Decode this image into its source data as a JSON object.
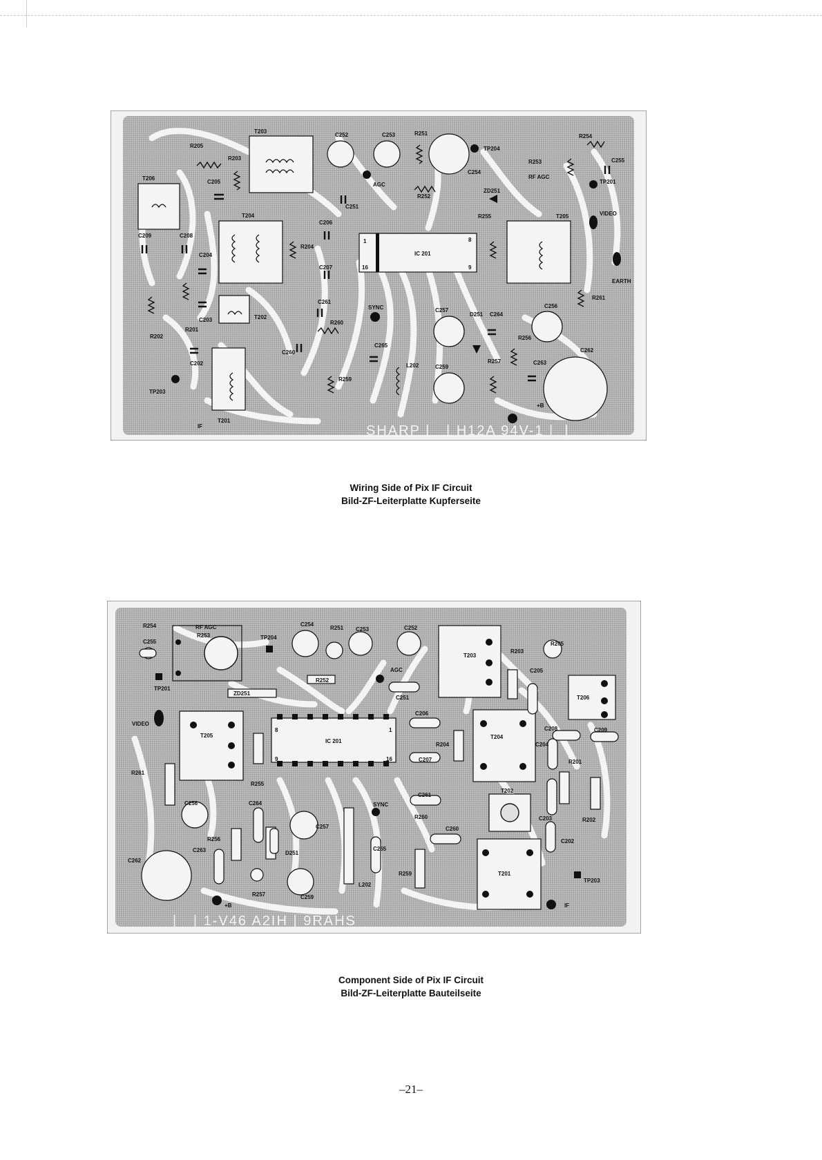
{
  "top_board": {
    "components": {
      "T203": "T203",
      "R205": "R205",
      "R203": "R203",
      "C205": "C205",
      "T206": "T206",
      "C252": "C252",
      "C253": "C253",
      "R251": "R251",
      "TP204": "TP204",
      "C254": "C254",
      "R254": "R254",
      "R253": "R253",
      "C255": "C255",
      "RF_AGC": "RF AGC",
      "TP201": "TP201",
      "AGC": "AGC",
      "R252": "R252",
      "C251": "C251",
      "ZD251": "ZD251",
      "C206": "C206",
      "T204": "T204",
      "R204": "R204",
      "C207": "C207",
      "IC201": "IC 201",
      "PIN1": "1",
      "PIN16": "16",
      "PIN8": "8",
      "PIN9": "9",
      "R255": "R255",
      "T205": "T205",
      "VIDEO": "VIDEO",
      "EARTH": "EARTH",
      "C209": "C209",
      "C208": "C208",
      "C204": "C204",
      "C203": "C203",
      "T202": "T202",
      "R202": "R202",
      "R201": "R201",
      "C202": "C202",
      "TP203": "TP203",
      "T201": "T201",
      "IF": "IF",
      "C261": "C261",
      "SYNC": "SYNC",
      "R260": "R260",
      "C260": "C260",
      "C265": "C265",
      "L202": "L202",
      "R259": "R259",
      "C257": "C257",
      "D251": "D251",
      "C264": "C264",
      "C256": "C256",
      "R261": "R261",
      "R256": "R256",
      "R257": "R257",
      "C263": "C263",
      "C262": "C262",
      "C259": "C259",
      "PLUS_B": "+B"
    },
    "silkscreen": "SHARP |   | H12A 94V-1 |  |"
  },
  "bottom_board": {
    "components": {
      "R254": "R254",
      "RF_AGC": "RF AGC",
      "R253": "R253",
      "C255": "C255",
      "TP201": "TP201",
      "TP204": "TP204",
      "C254": "C254",
      "R251": "R251",
      "C253": "C253",
      "C252": "C252",
      "AGC": "AGC",
      "R252": "R252",
      "ZD251": "ZD251",
      "C251": "C251",
      "T203": "T203",
      "R203": "R203",
      "R205": "R205",
      "C205": "C205",
      "T206": "T206",
      "VIDEO": "VIDEO",
      "T205": "T205",
      "IC201": "IC 201",
      "PIN8": "8",
      "PIN9": "9",
      "PIN1": "1",
      "PIN16": "16",
      "C206": "C206",
      "R204": "R204",
      "C207": "C207",
      "T204": "T204",
      "C208": "C208",
      "C209": "C209",
      "C204": "C204",
      "R201": "R201",
      "R261": "R261",
      "R255": "R255",
      "C256": "C256",
      "C264": "C264",
      "SYNC": "SYNC",
      "C261": "C261",
      "R260": "R260",
      "C260": "C260",
      "T202": "T202",
      "C203": "C203",
      "R202": "R202",
      "C202": "C202",
      "C257": "C257",
      "R256": "R256",
      "C263": "C263",
      "D251": "D251",
      "C265": "C265",
      "C262": "C262",
      "L202": "L202",
      "R259": "R259",
      "T201": "T201",
      "TP203": "TP203",
      "PLUS_B": "+B",
      "R257": "R257",
      "C259": "C259",
      "IF": "IF"
    },
    "silkscreen": "|   | 1-V46 A2IH | 9RAHS"
  },
  "captions": {
    "top_line1": "Wiring Side of Pix IF Circuit",
    "top_line2": "Bild-ZF-Leiterplatte Kupferseite",
    "bottom_line1": "Component Side of Pix IF Circuit",
    "bottom_line2": "Bild-ZF-Leiterplatte Bauteilseite"
  },
  "page_number": "–21–"
}
